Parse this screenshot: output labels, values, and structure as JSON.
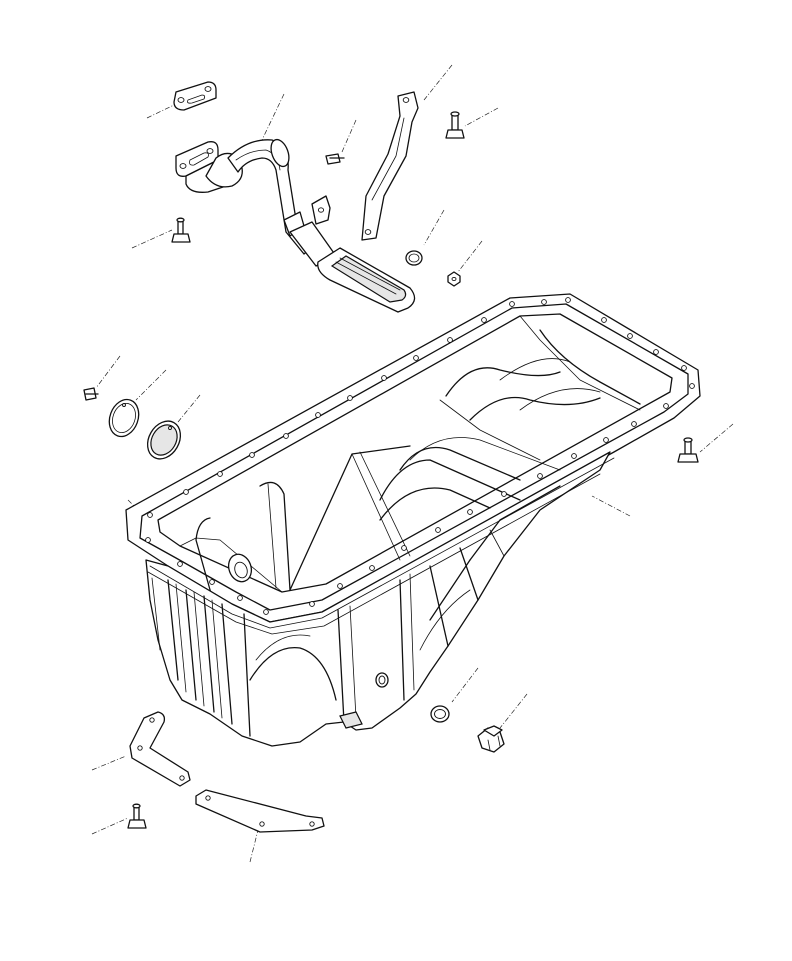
{
  "diagram": {
    "kind": "exploded-parts-view",
    "parts": [
      {
        "key": "gasket-small",
        "icon": "flange-gasket"
      },
      {
        "key": "suction-pipe",
        "icon": "oil-suction-pipe"
      },
      {
        "key": "pipe-bracket",
        "icon": "support-bracket"
      },
      {
        "key": "bolt-top-right",
        "icon": "flange-bolt"
      },
      {
        "key": "stud-small",
        "icon": "small-stud"
      },
      {
        "key": "bolt-left",
        "icon": "flange-bolt"
      },
      {
        "key": "plug-cap",
        "icon": "round-cap"
      },
      {
        "key": "nut-small",
        "icon": "hex-nut"
      },
      {
        "key": "screw-left",
        "icon": "small-screw"
      },
      {
        "key": "cover-plate-1",
        "icon": "round-cover"
      },
      {
        "key": "cover-plate-2",
        "icon": "round-cover"
      },
      {
        "key": "oil-pan",
        "icon": "oil-pan"
      },
      {
        "key": "bolt-right",
        "icon": "flange-bolt"
      },
      {
        "key": "seal-ring",
        "icon": "o-ring"
      },
      {
        "key": "drain-plug",
        "icon": "drain-plug"
      },
      {
        "key": "stiffener-left",
        "icon": "reinforcement-plate"
      },
      {
        "key": "stiffener-bottom",
        "icon": "reinforcement-plate"
      },
      {
        "key": "bolt-bottom-left",
        "icon": "flange-bolt"
      }
    ]
  }
}
